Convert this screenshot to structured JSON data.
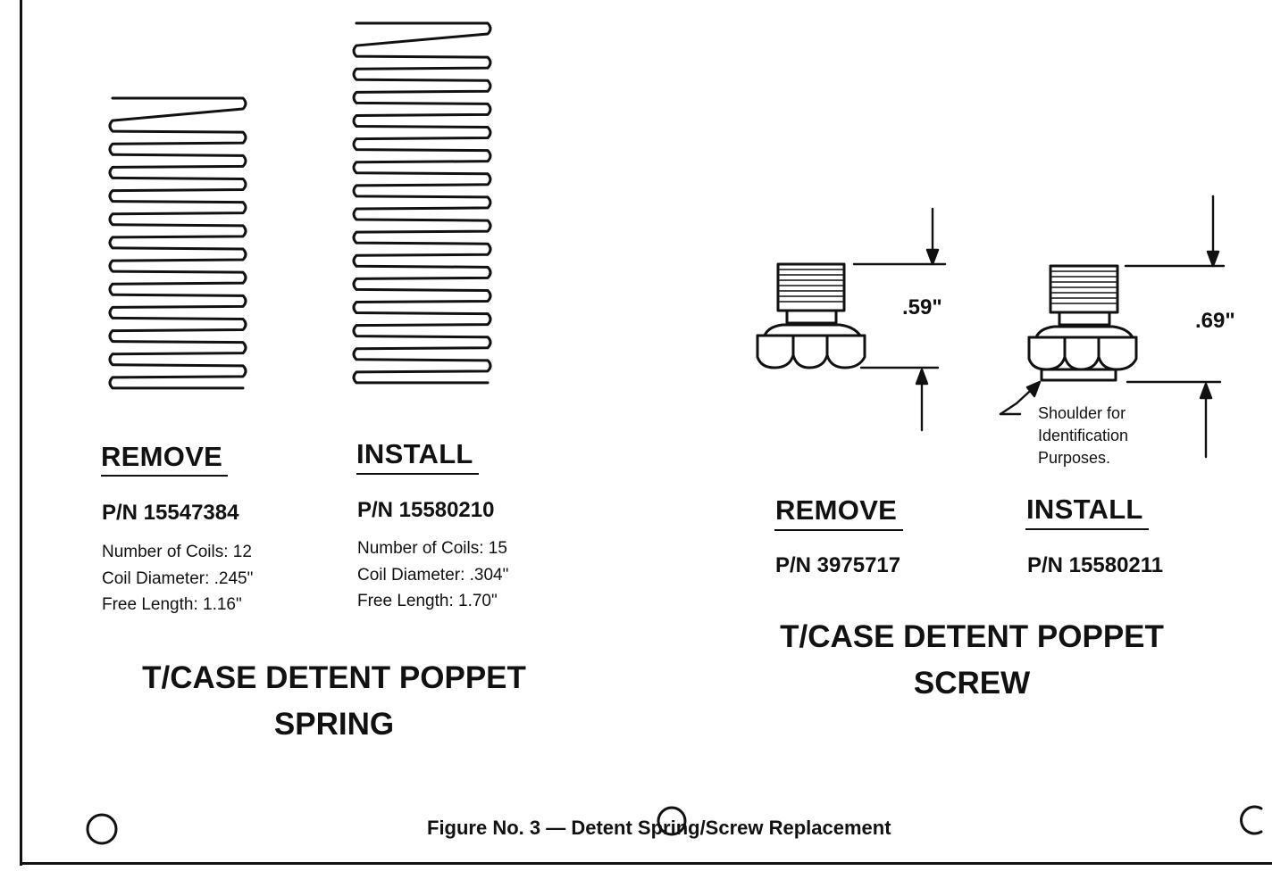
{
  "spring": {
    "remove": {
      "label": "REMOVE",
      "part_number": "P/N 15547384",
      "specs": [
        "Number of Coils:  12",
        "Coil Diameter:  .245\"",
        "Free Length:  1.16\""
      ]
    },
    "install": {
      "label": "INSTALL",
      "part_number": "P/N 15580210",
      "specs": [
        "Number of Coils:  15",
        "Coil Diameter:  .304\"",
        "Free Length:  1.70\""
      ]
    },
    "title_line1": "T/CASE DETENT POPPET",
    "title_line2": "SPRING"
  },
  "screw": {
    "remove": {
      "label": "REMOVE",
      "part_number": "P/N 3975717",
      "dimension": ".59\""
    },
    "install": {
      "label": "INSTALL",
      "part_number": "P/N 15580211",
      "dimension": ".69\""
    },
    "shoulder_note": [
      "Shoulder for",
      "Identification",
      "Purposes."
    ],
    "title_line1": "T/CASE DETENT POPPET",
    "title_line2": "SCREW"
  },
  "caption": "Figure No. 3 — Detent Spring/Screw Replacement",
  "icons": [
    "spring-coil-icon",
    "poppet-screw-icon",
    "dimension-arrow-icon",
    "punch-hole-icon"
  ],
  "colors": {
    "ink": "#111111",
    "paper": "#ffffff"
  }
}
